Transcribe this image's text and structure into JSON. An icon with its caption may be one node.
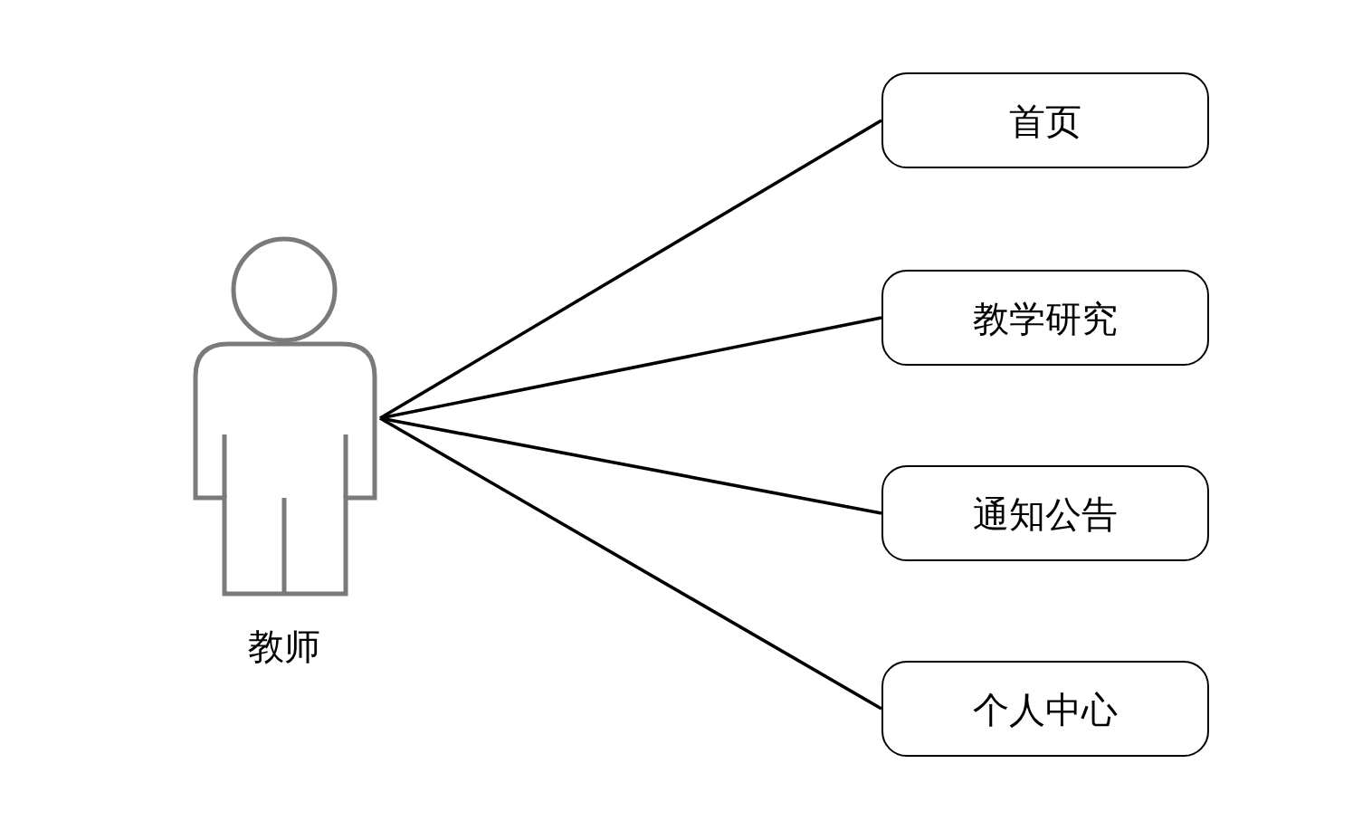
{
  "diagram": {
    "nodes": [
      {
        "text": [
          "教师"
        ]
      },
      {
        "text": [
          "首页"
        ]
      },
      {
        "text": [
          "教学研究"
        ]
      },
      {
        "text": [
          "通知公告"
        ]
      },
      {
        "text": [
          "个人中心"
        ]
      }
    ],
    "edges": [
      {
        "from": 0,
        "to": 1,
        "arrow": "none"
      },
      {
        "from": 0,
        "to": 2,
        "arrow": "none"
      },
      {
        "from": 0,
        "to": 3,
        "arrow": "none"
      },
      {
        "from": 0,
        "to": 4,
        "arrow": "none"
      }
    ]
  }
}
